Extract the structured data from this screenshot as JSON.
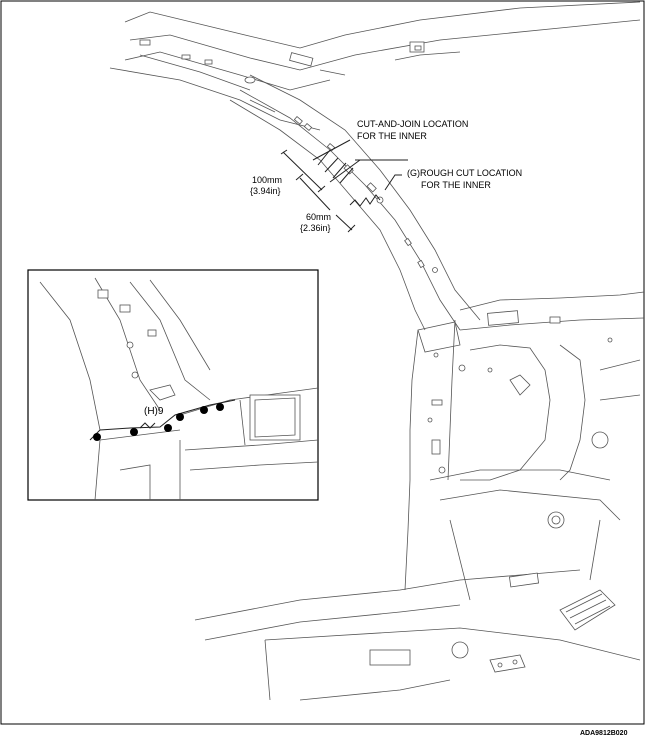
{
  "labels": {
    "cut_join": [
      "CUT-AND-JOIN LOCATION",
      "FOR THE INNER"
    ],
    "rough_cut": [
      "(G)ROUGH CUT LOCATION",
      "FOR THE INNER"
    ],
    "dim_100": [
      "100mm",
      "{3.94in}"
    ],
    "dim_60": [
      "60mm",
      "{2.36in}"
    ],
    "inset_weld": "(H)9",
    "figure_id": "ADA9812B020"
  }
}
